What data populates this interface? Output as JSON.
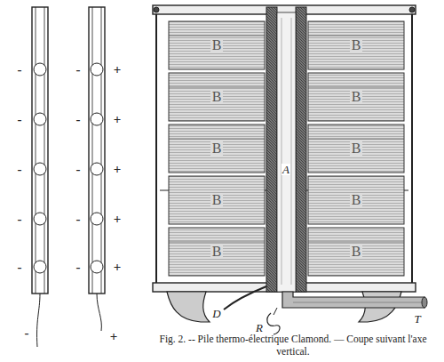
{
  "diagram": {
    "caption": "Fig. 2. -- Pile thermo-électrique Clamond. — Coupe suivant l'axe vertical.",
    "labels": [
      "-",
      "-",
      "-",
      "-",
      "-",
      "-",
      "-",
      "-",
      "-",
      "-",
      "-",
      "+",
      "+",
      "+",
      "+",
      "+",
      "+",
      "B",
      "B",
      "B",
      "B",
      "B",
      "B",
      "B",
      "B",
      "B",
      "B",
      "A",
      "D",
      "T",
      "R"
    ]
  }
}
